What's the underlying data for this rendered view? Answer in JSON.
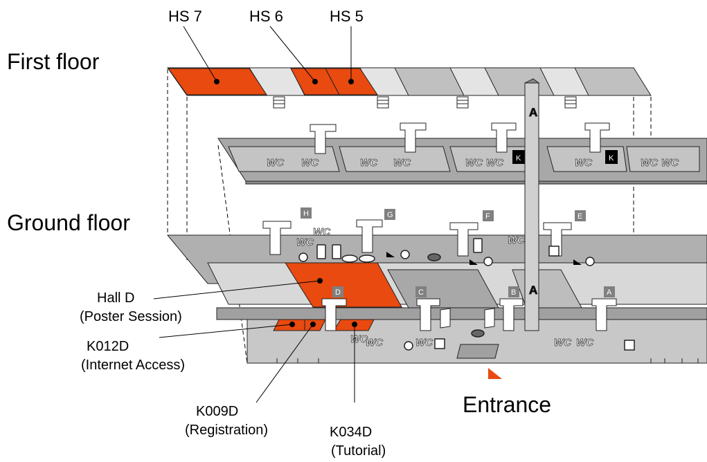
{
  "floors": {
    "first": "First floor",
    "ground": "Ground floor"
  },
  "lecture_halls": [
    "HS 7",
    "HS 6",
    "HS 5"
  ],
  "rooms": {
    "hall_d": {
      "name": "Hall D",
      "desc": "(Poster Session)"
    },
    "k012d": {
      "name": "K012D",
      "desc": "(Internet Access)"
    },
    "k009d": {
      "name": "K009D",
      "desc": "(Registration)"
    },
    "k034d": {
      "name": "K034D",
      "desc": "(Tutorial)"
    }
  },
  "entrance": "Entrance",
  "stair_tags_ground": [
    "H",
    "G",
    "F",
    "E"
  ],
  "stair_tags_lower": [
    "D",
    "C",
    "B",
    "A"
  ],
  "column_label": "A",
  "elevator_label": "K",
  "wc_label": "WC",
  "colors": {
    "highlight": "#e84a10",
    "floor_dark": "#a8a8a8",
    "floor_mid": "#c8c8c8",
    "floor_light": "#e0e0e0",
    "tag_bg": "#808080"
  },
  "icons": [
    "stairs-icon",
    "wc-icon",
    "wheelchair-icon",
    "elevator-icon",
    "telephone-icon",
    "cafe-icon",
    "entrance-arrow-icon"
  ]
}
